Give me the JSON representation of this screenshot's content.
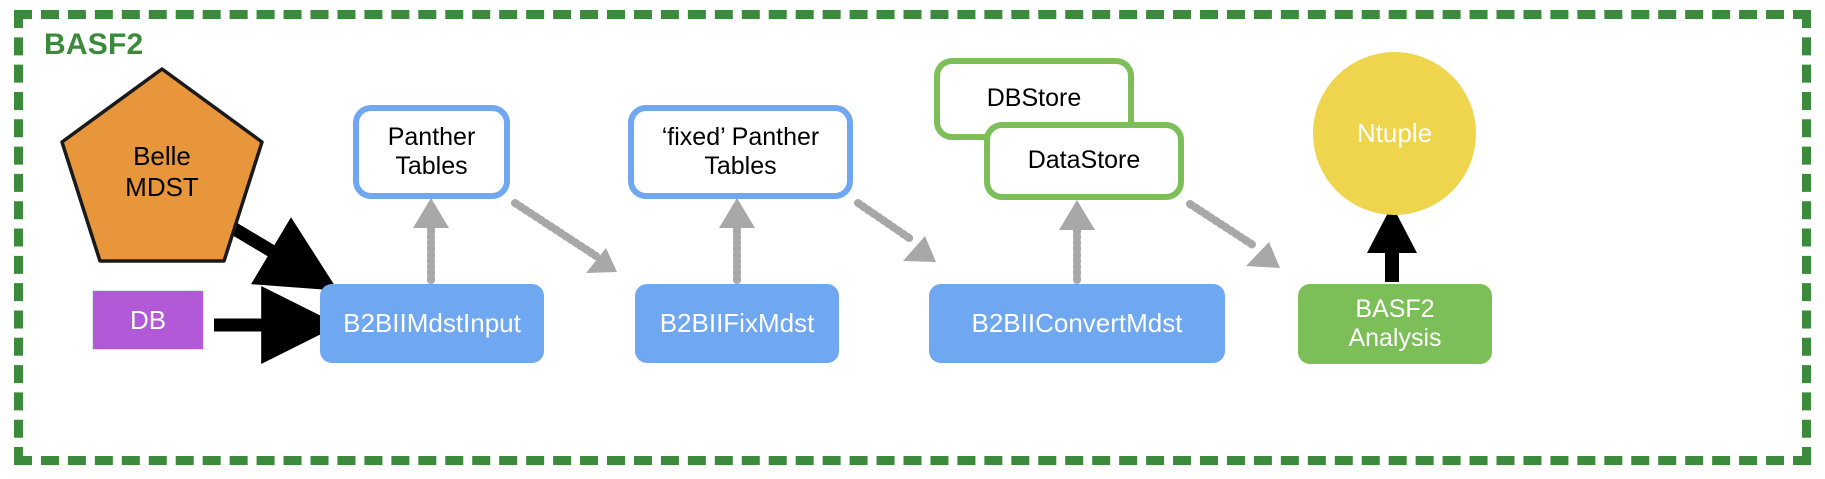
{
  "frame": {
    "label": "BASF2",
    "border_color": "#3c8a3c",
    "style": "dashed"
  },
  "nodes": {
    "belle_mdst": {
      "label": "Belle\nMDST",
      "shape": "pentagon",
      "fill": "#e8963c",
      "stroke": "#1a1a1a",
      "text_color": "#000000"
    },
    "db": {
      "label": "DB",
      "shape": "rectangle",
      "fill": "#b259d8",
      "text_color": "#ffffff"
    },
    "panther_tables": {
      "label": "Panther\nTables",
      "shape": "rounded-rect",
      "fill": "#ffffff",
      "stroke": "#6fa8f0",
      "text_color": "#000000"
    },
    "fixed_panther_tables": {
      "label": "‘fixed’ Panther\nTables",
      "shape": "rounded-rect",
      "fill": "#ffffff",
      "stroke": "#6fa8f0",
      "text_color": "#000000"
    },
    "dbstore": {
      "label": "DBStore",
      "shape": "rounded-rect",
      "fill": "#ffffff",
      "stroke": "#7cbf58",
      "text_color": "#000000"
    },
    "datastore": {
      "label": "DataStore",
      "shape": "rounded-rect",
      "fill": "#ffffff",
      "stroke": "#7cbf58",
      "text_color": "#000000"
    },
    "ntuple": {
      "label": "Ntuple",
      "shape": "circle",
      "fill": "#efd44e",
      "text_color": "#ffffff"
    },
    "b2bii_mdst_input": {
      "label": "B2BIIMdstInput",
      "shape": "rounded-rect",
      "fill": "#6fa8f0",
      "text_color": "#ffffff"
    },
    "b2bii_fix_mdst": {
      "label": "B2BIIFixMdst",
      "shape": "rounded-rect",
      "fill": "#6fa8f0",
      "text_color": "#ffffff"
    },
    "b2bii_convert_mdst": {
      "label": "B2BIIConvertMdst",
      "shape": "rounded-rect",
      "fill": "#6fa8f0",
      "text_color": "#ffffff"
    },
    "basf2_analysis": {
      "label": "BASF2\nAnalysis",
      "shape": "rounded-rect",
      "fill": "#7cbf58",
      "text_color": "#ffffff"
    }
  },
  "edges": [
    {
      "id": "belle-to-mdstinput",
      "from": "belle_mdst",
      "to": "b2bii_mdst_input",
      "style": "solid",
      "color": "#000000"
    },
    {
      "id": "db-to-mdstinput",
      "from": "db",
      "to": "b2bii_mdst_input",
      "style": "solid",
      "color": "#000000"
    },
    {
      "id": "mdstinput-to-panther",
      "from": "b2bii_mdst_input",
      "to": "panther_tables",
      "style": "dotted",
      "color": "#a8a8a8"
    },
    {
      "id": "panther-to-fixmdst",
      "from": "panther_tables",
      "to": "b2bii_fix_mdst",
      "style": "dotted",
      "color": "#a8a8a8"
    },
    {
      "id": "fixmdst-to-fixedpanther",
      "from": "b2bii_fix_mdst",
      "to": "fixed_panther_tables",
      "style": "dotted",
      "color": "#a8a8a8"
    },
    {
      "id": "fixedpanther-to-convertmdst",
      "from": "fixed_panther_tables",
      "to": "b2bii_convert_mdst",
      "style": "dotted",
      "color": "#a8a8a8"
    },
    {
      "id": "convertmdst-to-datastore",
      "from": "b2bii_convert_mdst",
      "to": "datastore",
      "style": "dotted",
      "color": "#a8a8a8"
    },
    {
      "id": "datastore-to-analysis",
      "from": "datastore",
      "to": "basf2_analysis",
      "style": "dotted",
      "color": "#a8a8a8"
    },
    {
      "id": "analysis-to-ntuple",
      "from": "basf2_analysis",
      "to": "ntuple",
      "style": "solid",
      "color": "#000000"
    }
  ]
}
